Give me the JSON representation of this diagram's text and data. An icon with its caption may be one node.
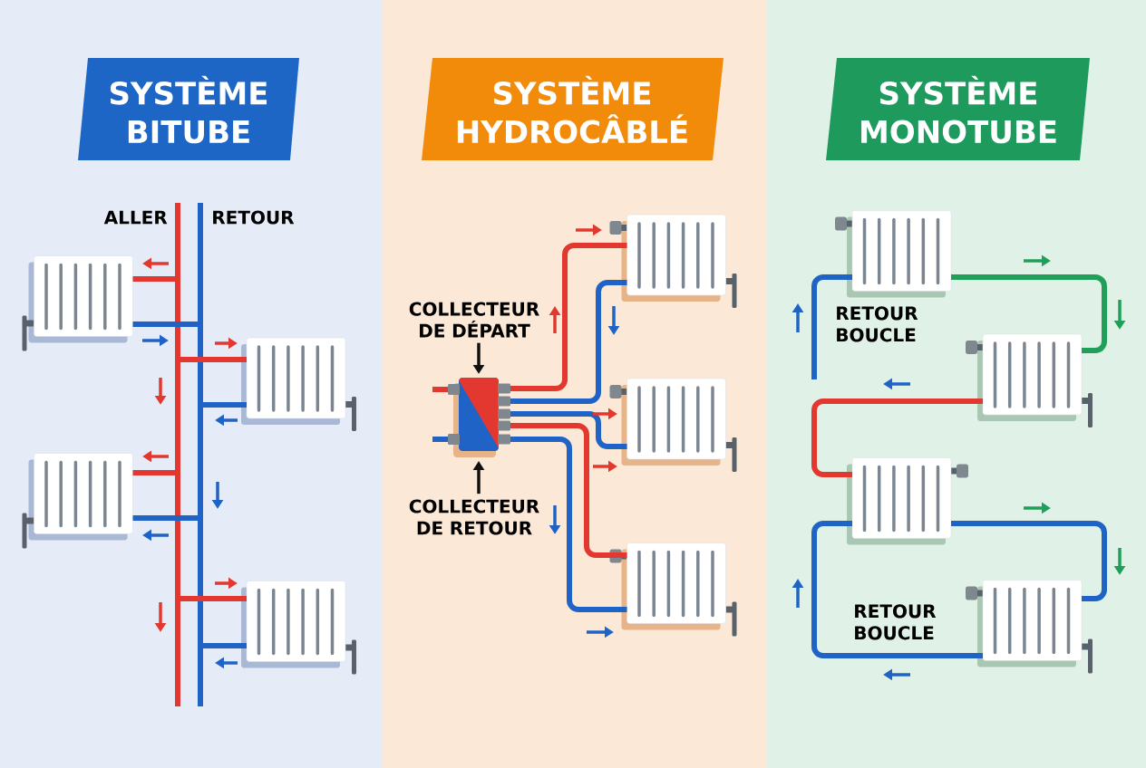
{
  "diagram": {
    "nodes": [
      {
        "text": [
          "SYSTÈME BITUBE"
        ]
      },
      {
        "text": [],
        "shape": "bar"
      },
      {
        "text": [],
        "shape": "bar"
      },
      {
        "text": [],
        "shape": "radiator"
      },
      {
        "text": [],
        "shape": "radiator"
      },
      {
        "text": [],
        "shape": "radiator"
      },
      {
        "text": [],
        "shape": "radiator"
      },
      {
        "text": [
          "SYSTÈME HYDROCÂBLÉ"
        ]
      },
      {
        "text": [],
        "shape": "radiator"
      },
      {
        "text": [
          "COLLECTEUR DE DÉPART"
        ]
      },
      {
        "text": [],
        "shape": "box"
      },
      {
        "text": [],
        "shape": "radiator"
      },
      {
        "text": [
          "COLLECTEUR DE RETOUR"
        ]
      },
      {
        "text": [],
        "shape": "radiator"
      },
      {
        "text": [
          "SYSTÈME MONOTUBE"
        ]
      },
      {
        "text": [],
        "shape": "radiator"
      },
      {
        "text": [],
        "shape": "radiator"
      },
      {
        "text": [],
        "shape": "radiator"
      },
      {
        "text": [],
        "shape": "radiator"
      }
    ],
    "edges": [
      {
        "from": 1,
        "to": 3,
        "arrow": "none",
        "color": "#e2382f"
      },
      {
        "from": 3,
        "to": 2,
        "arrow": "none"
      },
      {
        "from": 1,
        "to": 4,
        "arrow": "none",
        "color": "#e2382f"
      },
      {
        "from": 4,
        "to": 2,
        "arrow": "none"
      },
      {
        "from": 1,
        "to": 5,
        "arrow": "none",
        "color": "#e2382f"
      },
      {
        "from": 5,
        "to": 2,
        "arrow": "none"
      },
      {
        "from": 1,
        "to": 6,
        "arrow": "none",
        "color": "#e2382f"
      },
      {
        "from": 6,
        "to": 2,
        "arrow": "none"
      },
      {
        "from": 9,
        "to": 10,
        "arrow": "to",
        "color": "#111111"
      },
      {
        "from": 12,
        "to": 10,
        "arrow": "to",
        "color": "#111111"
      },
      {
        "from": null,
        "to": 10,
        "arrow": "none",
        "color": "#e2382f"
      },
      {
        "from": null,
        "to": 10,
        "arrow": "none"
      },
      {
        "from": 10,
        "to": 8,
        "arrow": "none",
        "color": "#e2382f"
      },
      {
        "from": 8,
        "to": 10,
        "arrow": "none"
      },
      {
        "from": 11,
        "to": 10,
        "arrow": "none"
      },
      {
        "from": 10,
        "to": 13,
        "arrow": "none",
        "color": "#e2382f"
      },
      {
        "from": 13,
        "to": 10,
        "arrow": "none"
      },
      {
        "from": 15,
        "to": 16,
        "arrow": "none",
        "color": "#1f9f57"
      },
      {
        "from": 16,
        "to": 17,
        "arrow": "none",
        "color": "#e2382f"
      },
      {
        "from": 17,
        "to": 18,
        "arrow": "none"
      },
      {
        "from": 18,
        "to": 17,
        "arrow": "none"
      },
      {
        "from": null,
        "to": 15,
        "arrow": "none"
      }
    ],
    "labels": [
      "ALLER",
      "RETOUR",
      "RETOUR BOUCLE",
      "RETOUR BOUCLE"
    ]
  }
}
